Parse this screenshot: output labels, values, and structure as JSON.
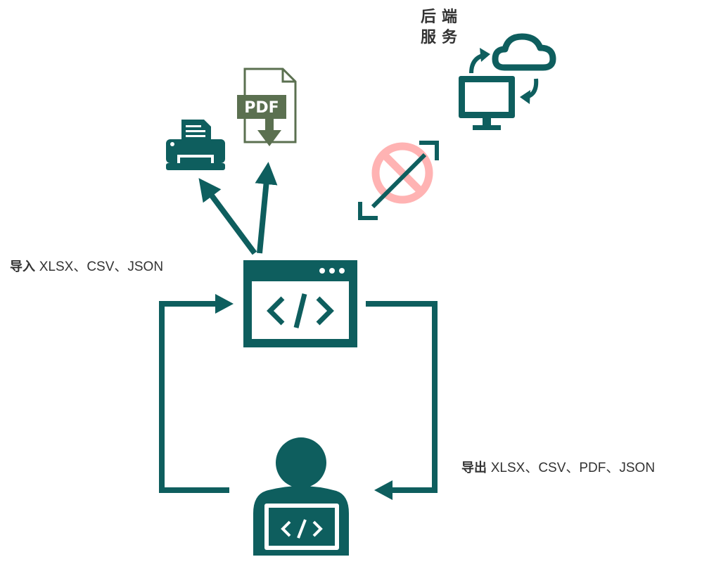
{
  "colors": {
    "primary": "#0e5e5e",
    "pdf_icon": "#5b7050",
    "forbidden": "#ffb3b3",
    "text": "#333333"
  },
  "labels": {
    "import_prefix": "导入",
    "import_formats": "XLSX、CSV、JSON",
    "export_prefix": "导出",
    "export_formats": "XLSX、CSV、PDF、JSON",
    "backend": "后端服务",
    "pdf_badge": "PDF",
    "browser_code": "</>",
    "laptop_code": "</>"
  },
  "icons": {
    "printer": "printer-icon",
    "pdf_download": "pdf-download-icon",
    "cloud_sync": "cloud-sync-icon",
    "browser": "browser-code-icon",
    "developer": "developer-laptop-icon",
    "forbidden": "forbidden-icon"
  }
}
